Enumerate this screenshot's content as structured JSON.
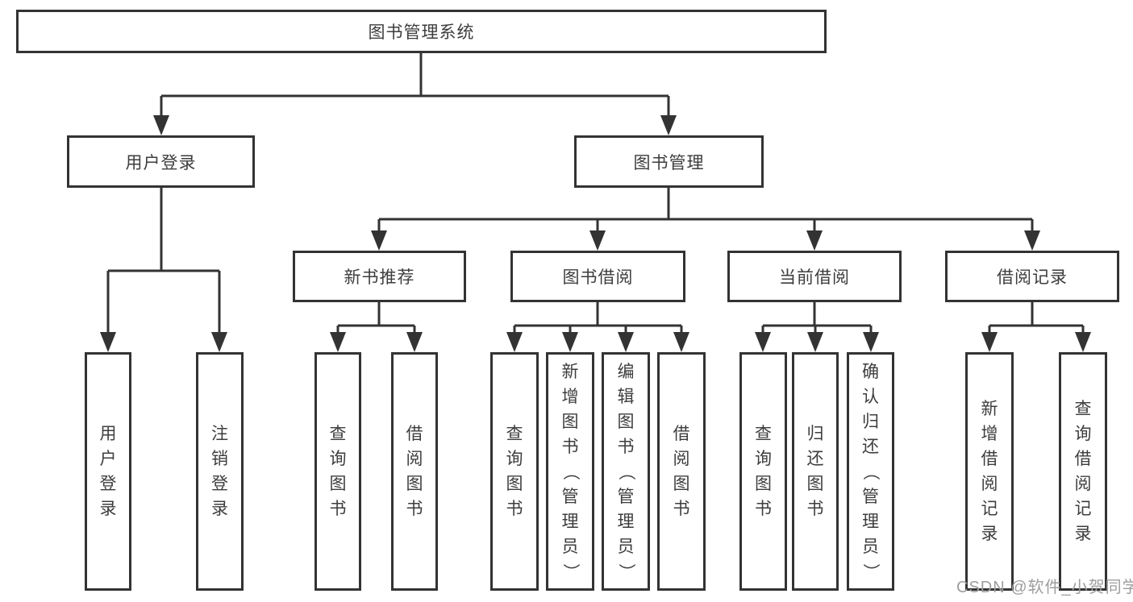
{
  "diagram": {
    "root": {
      "label": "图书管理系统",
      "children": [
        {
          "label": "用户登录",
          "children": [
            {
              "label": "用户登录"
            },
            {
              "label": "注销登录"
            }
          ]
        },
        {
          "label": "图书管理",
          "children": [
            {
              "label": "新书推荐",
              "children": [
                {
                  "label": "查询图书"
                },
                {
                  "label": "借阅图书"
                }
              ]
            },
            {
              "label": "图书借阅",
              "children": [
                {
                  "label": "查询图书"
                },
                {
                  "label": "新增图书（管理员）"
                },
                {
                  "label": "编辑图书（管理员）"
                },
                {
                  "label": "借阅图书"
                }
              ]
            },
            {
              "label": "当前借阅",
              "children": [
                {
                  "label": "查询图书"
                },
                {
                  "label": "归还图书"
                },
                {
                  "label": "确认归还（管理员）"
                }
              ]
            },
            {
              "label": "借阅记录",
              "children": [
                {
                  "label": "新增借阅记录"
                },
                {
                  "label": "查询借阅记录"
                }
              ]
            }
          ]
        }
      ]
    }
  },
  "watermark": "CSDN @软件_小贺同学",
  "colors": {
    "line": "#333333",
    "text": "#3d3d3d",
    "watermark_gray": "#9e9e9e",
    "background": "#ffffff"
  }
}
